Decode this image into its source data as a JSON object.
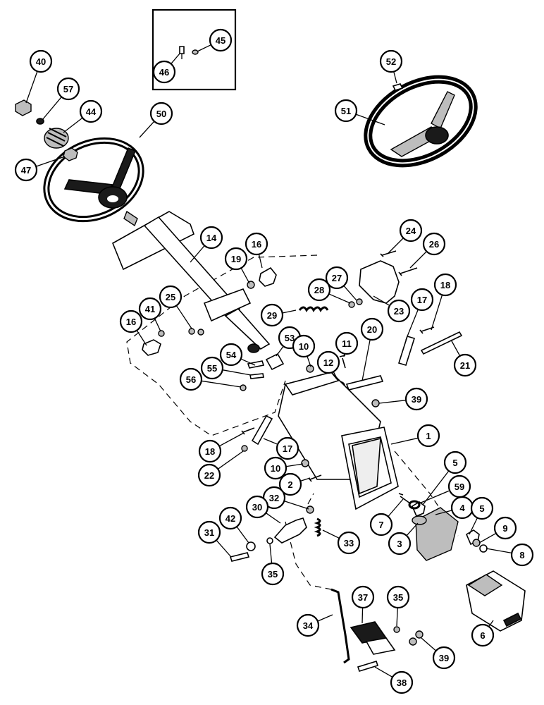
{
  "diagram": {
    "callouts": [
      {
        "label": "40"
      },
      {
        "label": "57"
      },
      {
        "label": "44"
      },
      {
        "label": "47"
      },
      {
        "label": "50"
      },
      {
        "label": "46"
      },
      {
        "label": "45"
      },
      {
        "label": "52"
      },
      {
        "label": "51"
      },
      {
        "label": "14"
      },
      {
        "label": "19"
      },
      {
        "label": "16"
      },
      {
        "label": "24"
      },
      {
        "label": "26"
      },
      {
        "label": "27"
      },
      {
        "label": "28"
      },
      {
        "label": "23"
      },
      {
        "label": "29"
      },
      {
        "label": "17"
      },
      {
        "label": "18"
      },
      {
        "label": "16"
      },
      {
        "label": "41"
      },
      {
        "label": "25"
      },
      {
        "label": "53"
      },
      {
        "label": "54"
      },
      {
        "label": "55"
      },
      {
        "label": "56"
      },
      {
        "label": "10"
      },
      {
        "label": "11"
      },
      {
        "label": "12"
      },
      {
        "label": "20"
      },
      {
        "label": "21"
      },
      {
        "label": "39"
      },
      {
        "label": "18"
      },
      {
        "label": "17"
      },
      {
        "label": "22"
      },
      {
        "label": "1"
      },
      {
        "label": "10"
      },
      {
        "label": "2"
      },
      {
        "label": "5"
      },
      {
        "label": "59"
      },
      {
        "label": "4"
      },
      {
        "label": "7"
      },
      {
        "label": "3"
      },
      {
        "label": "32"
      },
      {
        "label": "30"
      },
      {
        "label": "31"
      },
      {
        "label": "42"
      },
      {
        "label": "33"
      },
      {
        "label": "35"
      },
      {
        "label": "5"
      },
      {
        "label": "9"
      },
      {
        "label": "8"
      },
      {
        "label": "37"
      },
      {
        "label": "35"
      },
      {
        "label": "34"
      },
      {
        "label": "39"
      },
      {
        "label": "6"
      },
      {
        "label": "38"
      }
    ]
  }
}
